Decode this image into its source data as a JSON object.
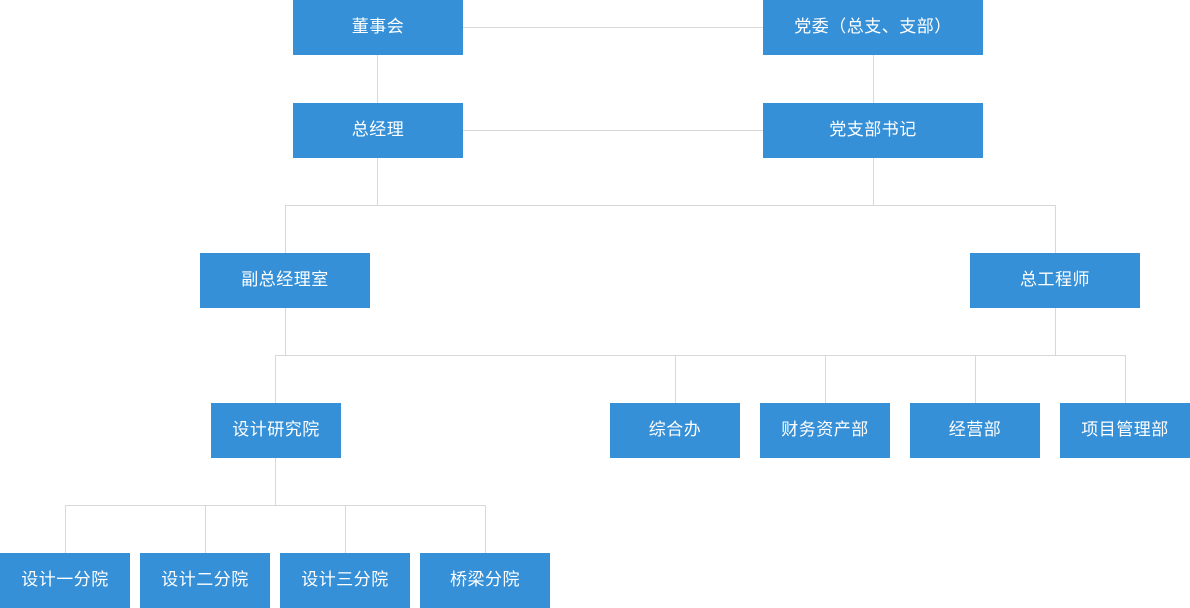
{
  "colors": {
    "node_fill": "#3690d7",
    "node_text": "#ffffff",
    "connector": "#d8d8d8",
    "background": "#ffffff"
  },
  "nodes": {
    "board": "董事会",
    "party_committee": "党委（总支、支部）",
    "general_manager": "总经理",
    "party_secretary": "党支部书记",
    "deputy_gm_office": "副总经理室",
    "chief_engineer": "总工程师",
    "design_institute": "设计研究院",
    "general_office": "综合办",
    "finance_assets": "财务资产部",
    "business_dept": "经营部",
    "project_mgmt": "项目管理部",
    "branch_1": "设计一分院",
    "branch_2": "设计二分院",
    "branch_3": "设计三分院",
    "bridge_branch": "桥梁分院"
  }
}
